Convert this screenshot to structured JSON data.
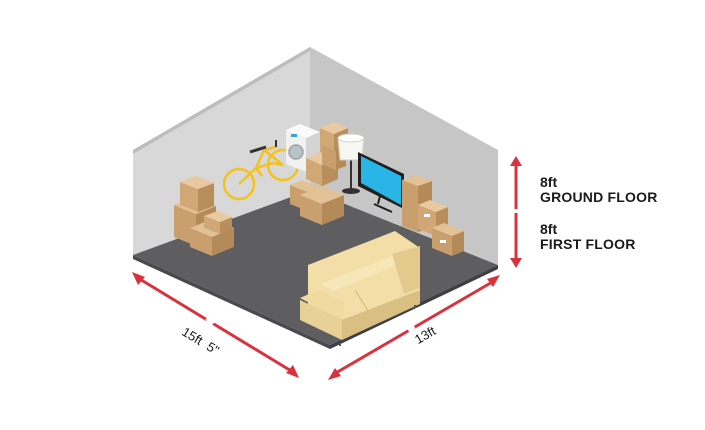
{
  "heights": {
    "ground": {
      "value": "8ft",
      "label": "GROUND FLOOR"
    },
    "first": {
      "value": "8ft",
      "label": "FIRST FLOOR"
    }
  },
  "dimensions": {
    "width_ft": "15ft",
    "width_in": "5\"",
    "depth": "13ft"
  },
  "colors": {
    "arrow": "#d9323f",
    "floor": "#5d5d5f",
    "wall_back": "#d7d7d7",
    "wall_right": "#c4c4c4",
    "box": "#d9b487",
    "sofa": "#f0dca2",
    "bike": "#f4c21c",
    "tv": "#29b6e6"
  }
}
